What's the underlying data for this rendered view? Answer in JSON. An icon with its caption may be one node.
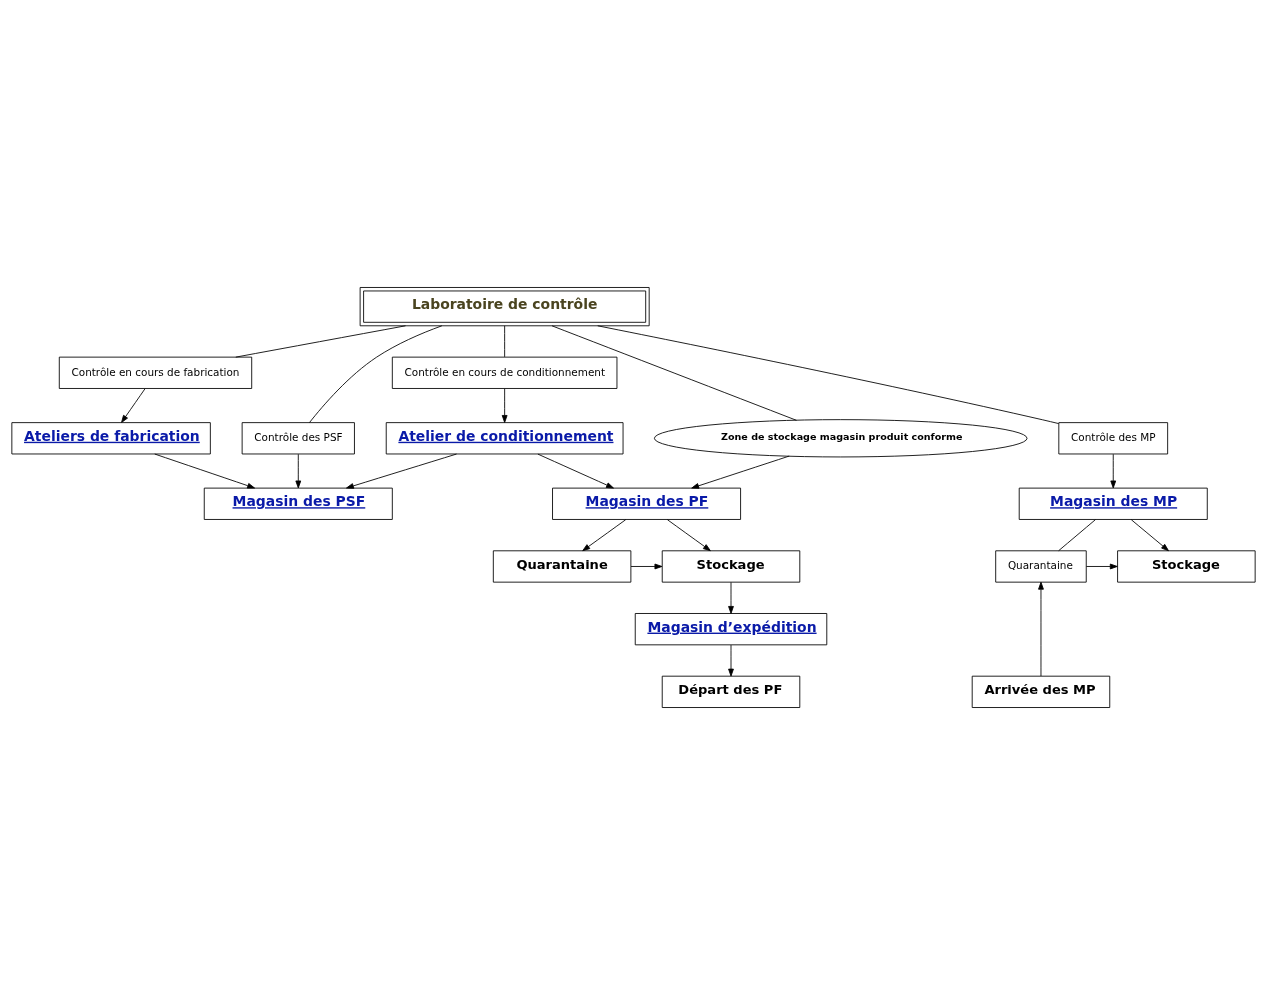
{
  "diagram": {
    "nodes": [
      {
        "text": [
          "Magasin des PSF"
        ]
      },
      {
        "text": [
          "Ateliers de fabrication"
        ]
      },
      {
        "text": [
          "Contrôle des PSF"
        ]
      },
      {
        "text": [
          "Atelier de conditionnement"
        ]
      },
      {
        "text": [
          "Contrôle en cours de fabrication"
        ]
      },
      {
        "text": [
          "Contrôle en cours de conditionnement"
        ]
      },
      {
        "text": [
          "Laboratoire de contrôle"
        ]
      },
      {
        "text": [
          "Contrôle des MP"
        ]
      },
      {
        "text": [
          "Zone de stockage magasin produit conforme"
        ]
      },
      {
        "text": [
          "Magasin des MP"
        ]
      },
      {
        "text": [
          "Magasin des PF"
        ]
      },
      {
        "text": [
          "Quarantaine"
        ]
      },
      {
        "text": [
          "Stockage"
        ]
      },
      {
        "text": [
          "Quarantaine"
        ]
      },
      {
        "text": [
          "Stockage"
        ]
      },
      {
        "text": [
          "Magasin d’expédition"
        ]
      },
      {
        "text": [
          "Arrivée des MP"
        ]
      },
      {
        "text": [
          "Départ des PF"
        ]
      }
    ],
    "edges": [
      {
        "from": 1,
        "to": 0,
        "arrow": "to"
      },
      {
        "from": 2,
        "to": 0,
        "arrow": "to"
      },
      {
        "from": 3,
        "to": 0,
        "arrow": "to"
      },
      {
        "from": 4,
        "to": 1,
        "arrow": "to"
      },
      {
        "from": 5,
        "to": 3,
        "arrow": "to"
      },
      {
        "from": 6,
        "to": 4,
        "arrow": "none"
      },
      {
        "from": 6,
        "to": 2,
        "arrow": "none"
      },
      {
        "from": 6,
        "to": 5,
        "arrow": "none"
      },
      {
        "from": 6,
        "to": 7,
        "arrow": "none"
      },
      {
        "from": 6,
        "to": 8,
        "arrow": "none"
      },
      {
        "from": 7,
        "to": 9,
        "arrow": "to"
      },
      {
        "from": 8,
        "to": 10,
        "arrow": "to"
      },
      {
        "from": 3,
        "to": 10,
        "arrow": "to"
      },
      {
        "from": 9,
        "to": 11,
        "arrow": "none"
      },
      {
        "from": 9,
        "to": 12,
        "arrow": "to"
      },
      {
        "from": 11,
        "to": 12,
        "arrow": "to"
      },
      {
        "from": 16,
        "to": 11,
        "arrow": "to"
      },
      {
        "from": 10,
        "to": 13,
        "arrow": "to"
      },
      {
        "from": 10,
        "to": 14,
        "arrow": "to"
      },
      {
        "from": 13,
        "to": 14,
        "arrow": "to"
      },
      {
        "from": 14,
        "to": 15,
        "arrow": "to"
      },
      {
        "from": 15,
        "to": 17,
        "arrow": "to"
      }
    ]
  }
}
